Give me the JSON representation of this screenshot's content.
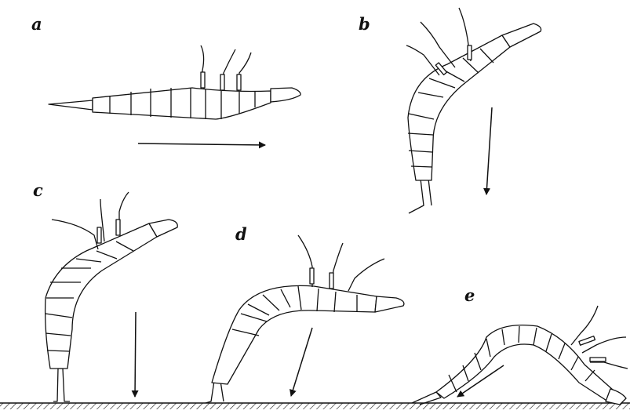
{
  "panels": [
    {
      "id": "a",
      "label": "a"
    },
    {
      "id": "b",
      "label": "b"
    },
    {
      "id": "c",
      "label": "c"
    },
    {
      "id": "d",
      "label": "d"
    },
    {
      "id": "e",
      "label": "e"
    }
  ],
  "colors": {
    "ink": "#111111",
    "background": "#ffffff"
  },
  "ground": {
    "shown": true,
    "style": "hatched"
  }
}
